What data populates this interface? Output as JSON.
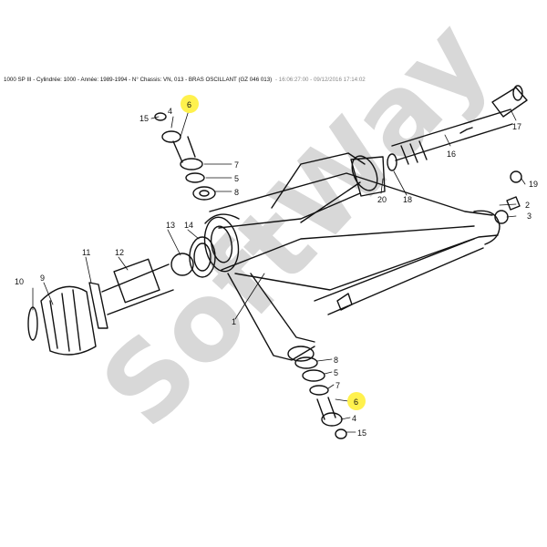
{
  "header": {
    "title": "1000 SP III - Cylindrée: 1000 - Année: 1989-1994 - N° Chassis: VN, 013 - BRAS OSCILLANT (GZ 046 013)",
    "timestamp": "- 16:06:27:00 - 09/12/2016 17:14:02"
  },
  "watermark": "SoftWay",
  "highlight_color": "#fff14d",
  "callouts": {
    "c1": "1",
    "c2": "2",
    "c3": "3",
    "c4a": "4",
    "c4b": "4",
    "c5a": "5",
    "c5b": "5",
    "c6a": "6",
    "c6b": "6",
    "c7a": "7",
    "c7b": "7",
    "c8a": "8",
    "c8b": "8",
    "c9": "9",
    "c10": "10",
    "c11": "11",
    "c12": "12",
    "c13": "13",
    "c14": "14",
    "c15a": "15",
    "c15b": "15",
    "c16": "16",
    "c17": "17",
    "c18": "18",
    "c19": "19",
    "c20": "20"
  }
}
